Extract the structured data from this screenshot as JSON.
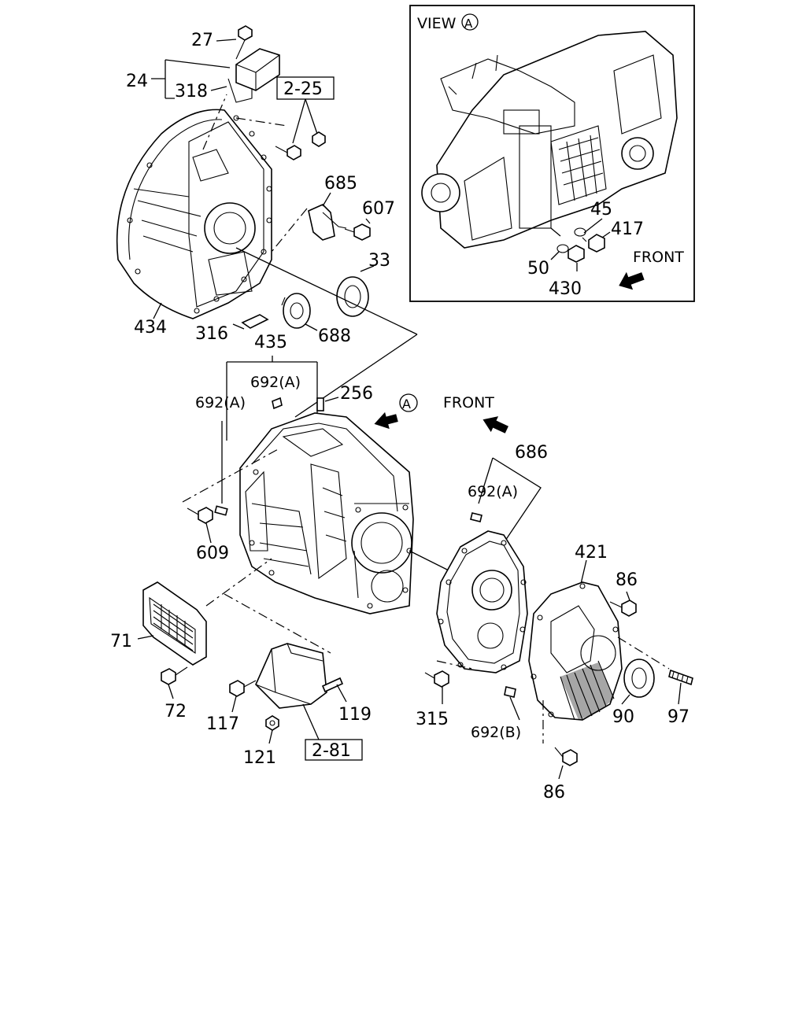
{
  "view_box": {
    "title": "VIEW",
    "marker": "A",
    "front": "FRONT",
    "callouts": [
      "45",
      "417",
      "50",
      "430"
    ]
  },
  "main": {
    "front_label": "FRONT",
    "view_marker": "A",
    "ref_boxes": [
      "2-25",
      "2-81"
    ],
    "callouts": {
      "c27": "27",
      "c24": "24",
      "c318": "318",
      "c685": "685",
      "c607": "607",
      "c33": "33",
      "c434": "434",
      "c316": "316",
      "c688": "688",
      "c435": "435",
      "c692a_1": "692(A)",
      "c692a_2": "692(A)",
      "c256": "256",
      "c686": "686",
      "c692a_3": "692(A)",
      "c609": "609",
      "c421": "421",
      "c86_top": "86",
      "c71": "71",
      "c72": "72",
      "c117": "117",
      "c119": "119",
      "c121": "121",
      "c315": "315",
      "c692b": "692(B)",
      "c90": "90",
      "c97": "97",
      "c86_bottom": "86"
    }
  }
}
